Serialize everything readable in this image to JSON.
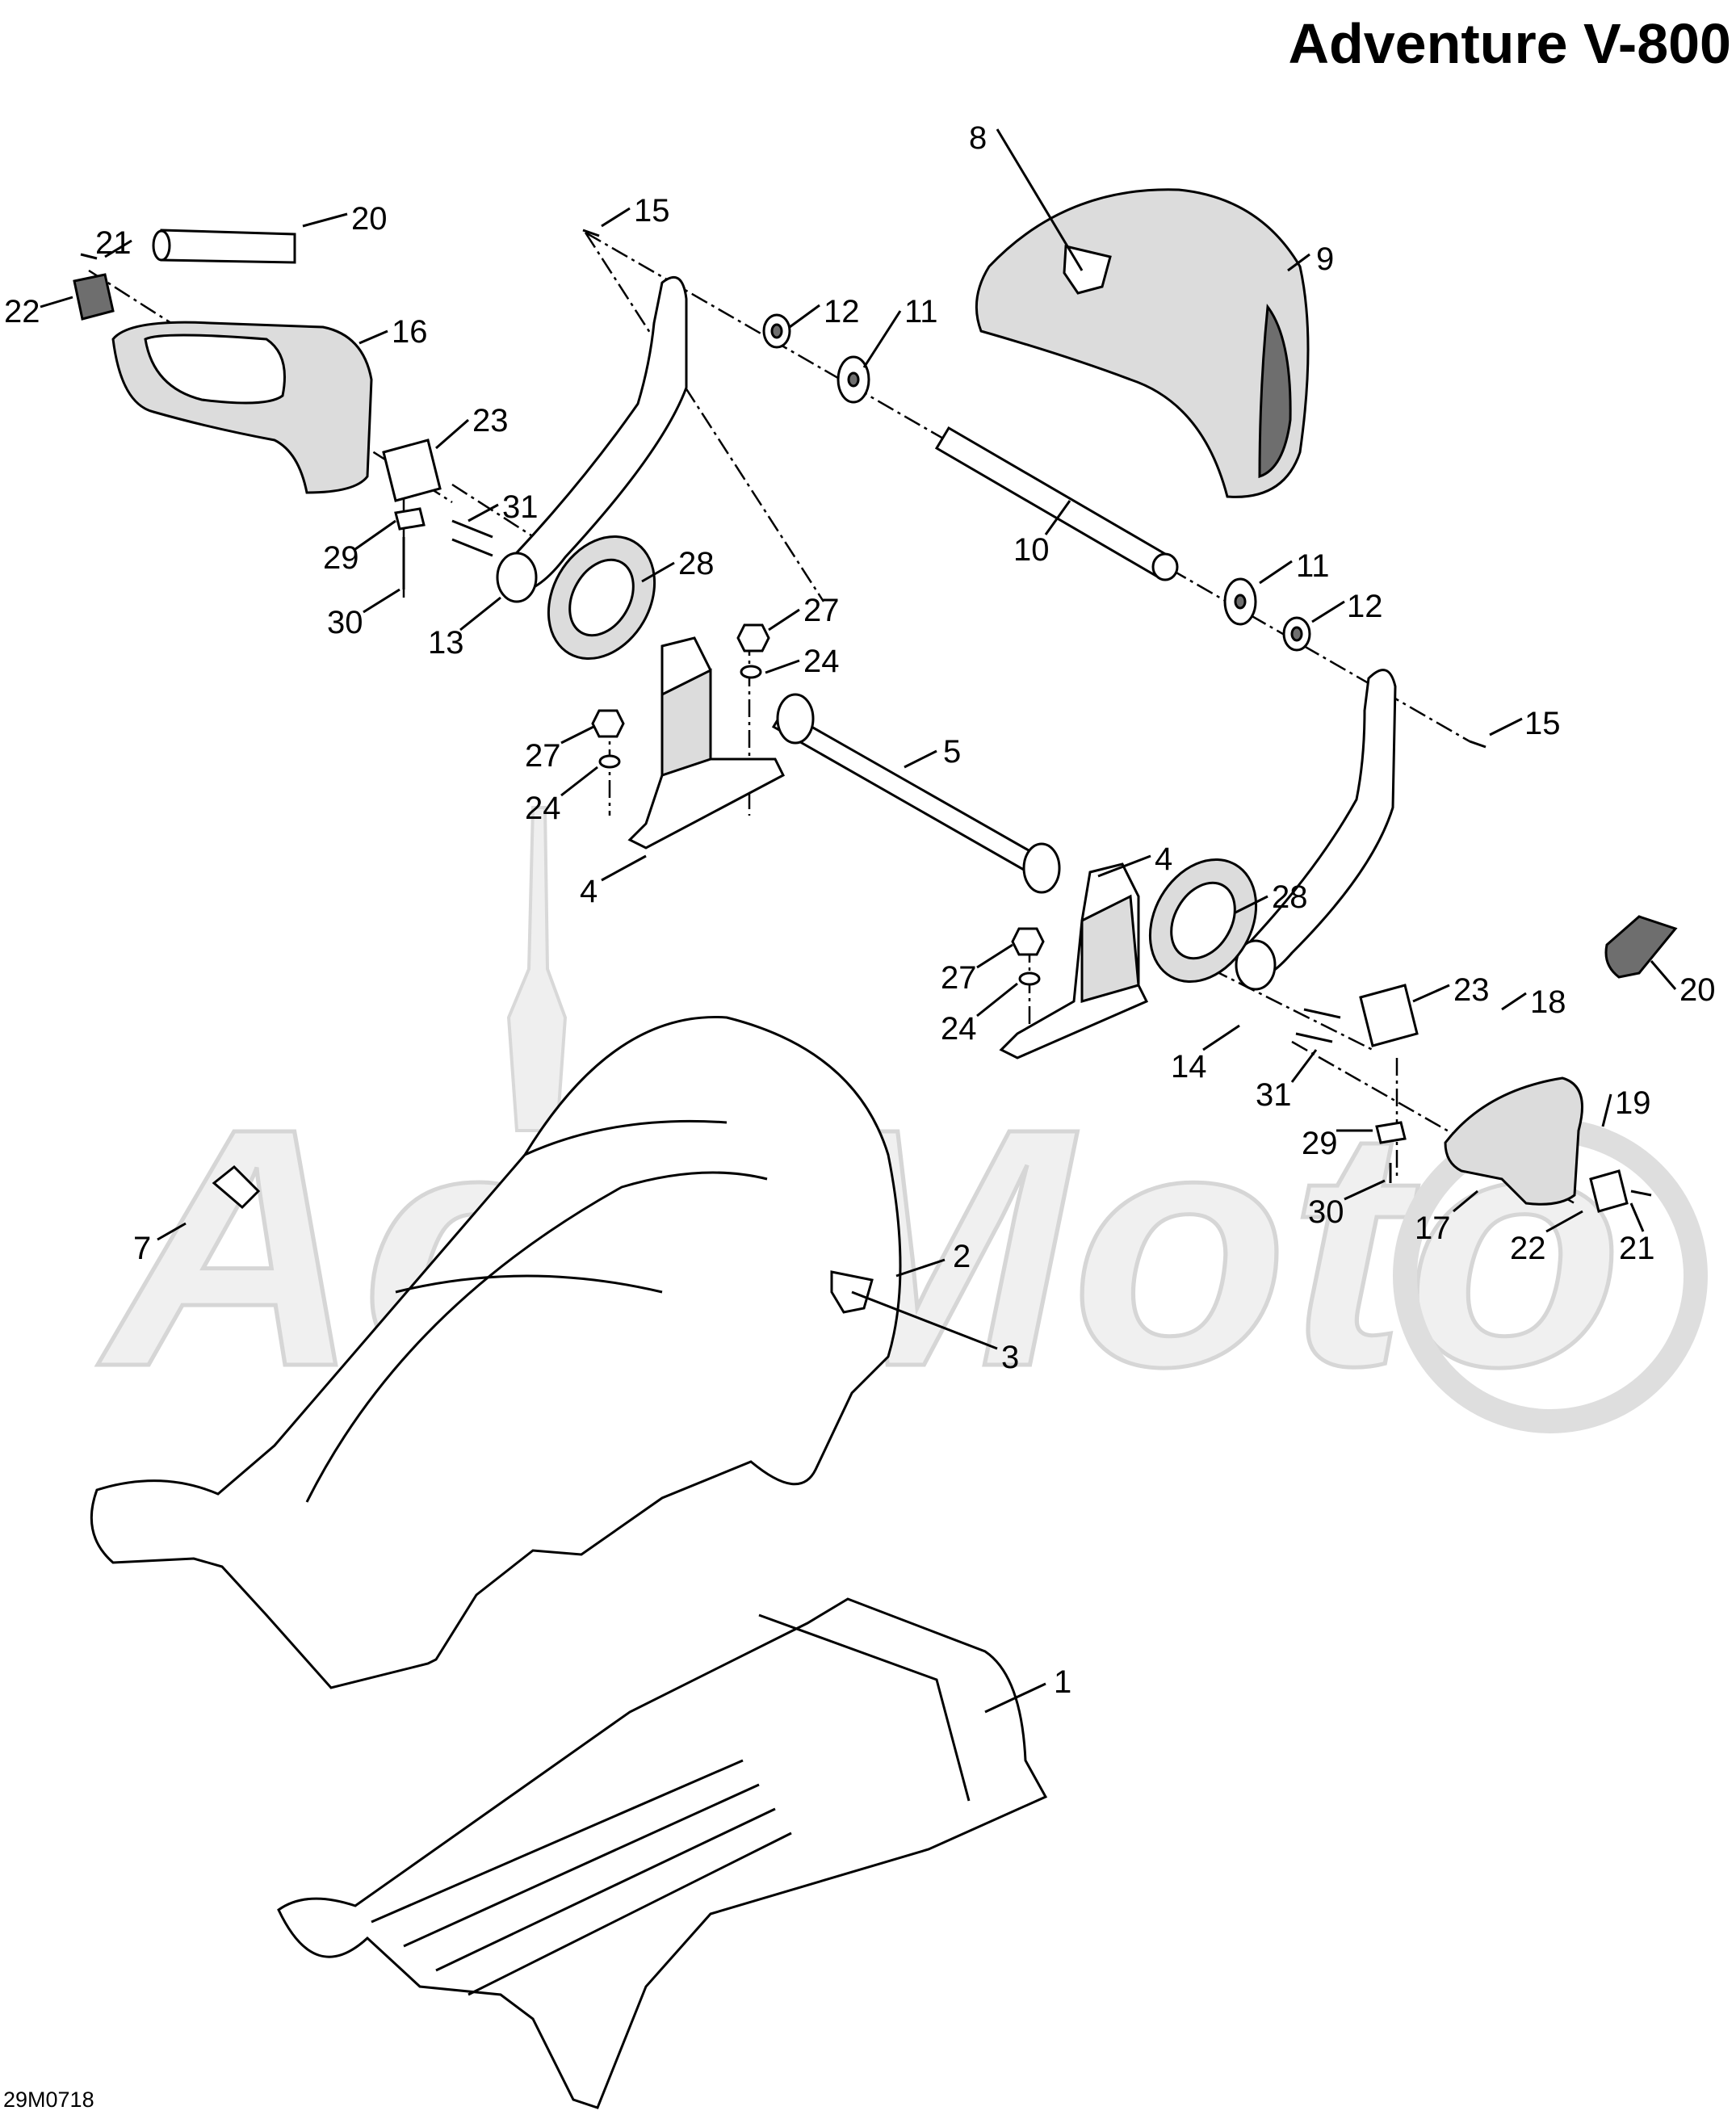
{
  "header": {
    "title": "Adventure V-800"
  },
  "footer": {
    "figure_code": "29M0718"
  },
  "watermark": {
    "text": "ActiMoto"
  },
  "callouts": [
    {
      "id": "c1",
      "label": "1"
    },
    {
      "id": "c2",
      "label": "2"
    },
    {
      "id": "c3",
      "label": "3"
    },
    {
      "id": "c4a",
      "label": "4"
    },
    {
      "id": "c4b",
      "label": "4"
    },
    {
      "id": "c5",
      "label": "5"
    },
    {
      "id": "c7",
      "label": "7"
    },
    {
      "id": "c8",
      "label": "8"
    },
    {
      "id": "c9",
      "label": "9"
    },
    {
      "id": "c10",
      "label": "10"
    },
    {
      "id": "c11a",
      "label": "11"
    },
    {
      "id": "c11b",
      "label": "11"
    },
    {
      "id": "c12a",
      "label": "12"
    },
    {
      "id": "c12b",
      "label": "12"
    },
    {
      "id": "c13",
      "label": "13"
    },
    {
      "id": "c14",
      "label": "14"
    },
    {
      "id": "c15a",
      "label": "15"
    },
    {
      "id": "c15b",
      "label": "15"
    },
    {
      "id": "c16",
      "label": "16"
    },
    {
      "id": "c17",
      "label": "17"
    },
    {
      "id": "c18",
      "label": "18"
    },
    {
      "id": "c19",
      "label": "19"
    },
    {
      "id": "c20a",
      "label": "20"
    },
    {
      "id": "c20b",
      "label": "20"
    },
    {
      "id": "c21a",
      "label": "21"
    },
    {
      "id": "c21b",
      "label": "21"
    },
    {
      "id": "c22a",
      "label": "22"
    },
    {
      "id": "c22b",
      "label": "22"
    },
    {
      "id": "c23a",
      "label": "23"
    },
    {
      "id": "c23b",
      "label": "23"
    },
    {
      "id": "c24a",
      "label": "24"
    },
    {
      "id": "c24b",
      "label": "24"
    },
    {
      "id": "c24c",
      "label": "24"
    },
    {
      "id": "c27a",
      "label": "27"
    },
    {
      "id": "c27b",
      "label": "27"
    },
    {
      "id": "c27c",
      "label": "27"
    },
    {
      "id": "c28a",
      "label": "28"
    },
    {
      "id": "c28b",
      "label": "28"
    },
    {
      "id": "c29a",
      "label": "29"
    },
    {
      "id": "c29b",
      "label": "29"
    },
    {
      "id": "c30a",
      "label": "30"
    },
    {
      "id": "c30b",
      "label": "30"
    },
    {
      "id": "c31a",
      "label": "31"
    },
    {
      "id": "c31b",
      "label": "31"
    }
  ]
}
